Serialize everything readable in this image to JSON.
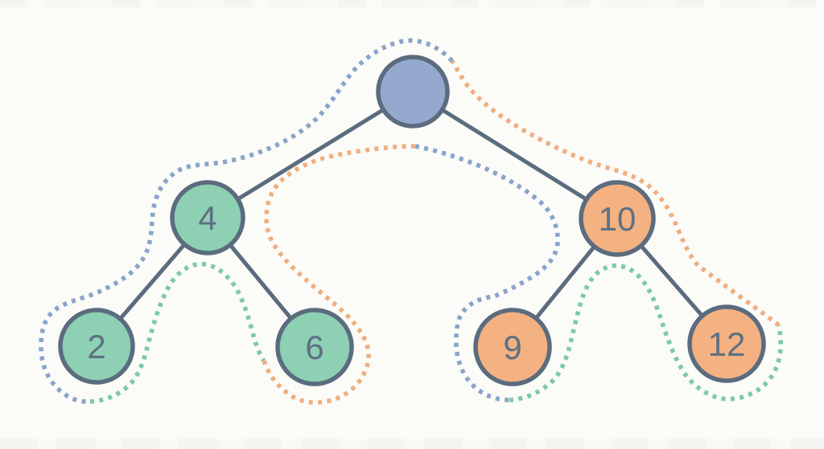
{
  "diagram": {
    "kind": "binary-tree",
    "description": "Binary search tree with dotted multi-color subtree outlines"
  },
  "colors": {
    "background": "#fbfbf8",
    "edge": "#5b6c7e",
    "node_border": "#5b6c7e",
    "label": "#5e7082",
    "node_blue_fill": "#94a9cd",
    "node_green_fill": "#8dd0b4",
    "node_orange_fill": "#f4b181",
    "dot_blue": "#8aa4c9",
    "dot_green": "#7fc9a8",
    "dot_orange": "#f0ae7f"
  },
  "tree": {
    "nodes": [
      {
        "id": "root",
        "label": "",
        "color_key": "blue"
      },
      {
        "id": "4",
        "label": "4",
        "color_key": "green"
      },
      {
        "id": "10",
        "label": "10",
        "color_key": "orange"
      },
      {
        "id": "2",
        "label": "2",
        "color_key": "green"
      },
      {
        "id": "6",
        "label": "6",
        "color_key": "green"
      },
      {
        "id": "9",
        "label": "9",
        "color_key": "orange"
      },
      {
        "id": "12",
        "label": "12",
        "color_key": "orange"
      }
    ],
    "edges": [
      "root-4",
      "root-10",
      "4-2",
      "4-6",
      "10-9",
      "10-12"
    ]
  }
}
